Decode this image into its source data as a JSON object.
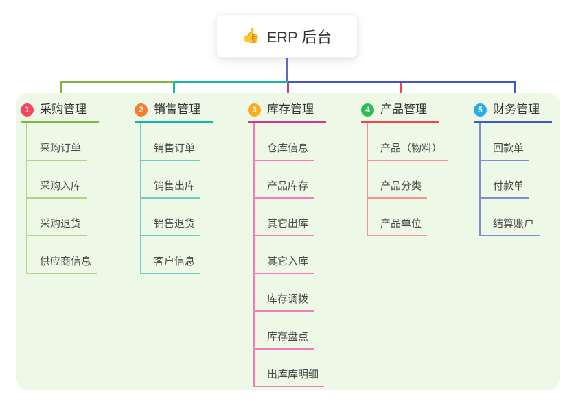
{
  "root": {
    "icon": "👍",
    "label": "ERP 后台"
  },
  "colors": {
    "page_bg": "#FFFFFF",
    "canvas_bg": "#EDF8E7",
    "root_connector": "#5B6BC0"
  },
  "branches": [
    {
      "badge": "1",
      "badge_color": "#F4465F",
      "label": "采购管理",
      "line_color": "#7CB93E",
      "child_line_color": "#AED581",
      "children": [
        "采购订单",
        "采购入库",
        "采购退货",
        "供应商信息"
      ]
    },
    {
      "badge": "2",
      "badge_color": "#F97B2C",
      "label": "销售管理",
      "line_color": "#12B7A8",
      "child_line_color": "#6FCCC0",
      "children": [
        "销售订单",
        "销售出库",
        "销售退货",
        "客户信息"
      ]
    },
    {
      "badge": "3",
      "badge_color": "#FBAB1D",
      "label": "库存管理",
      "line_color": "#D3368B",
      "child_line_color": "#EF7FBA",
      "children": [
        "仓库信息",
        "产品库存",
        "其它出库",
        "其它入库",
        "库存调拨",
        "库存盘点",
        "出库库明细"
      ]
    },
    {
      "badge": "4",
      "badge_color": "#2BBE55",
      "label": "产品管理",
      "line_color": "#F4434E",
      "child_line_color": "#F7928C",
      "children": [
        "产品（物料）",
        "产品分类",
        "产品单位"
      ]
    },
    {
      "badge": "5",
      "badge_color": "#27AEE4",
      "label": "财务管理",
      "line_color": "#3E58C8",
      "child_line_color": "#7C8FD0",
      "children": [
        "回款单",
        "付款单",
        "结算账户"
      ]
    }
  ]
}
